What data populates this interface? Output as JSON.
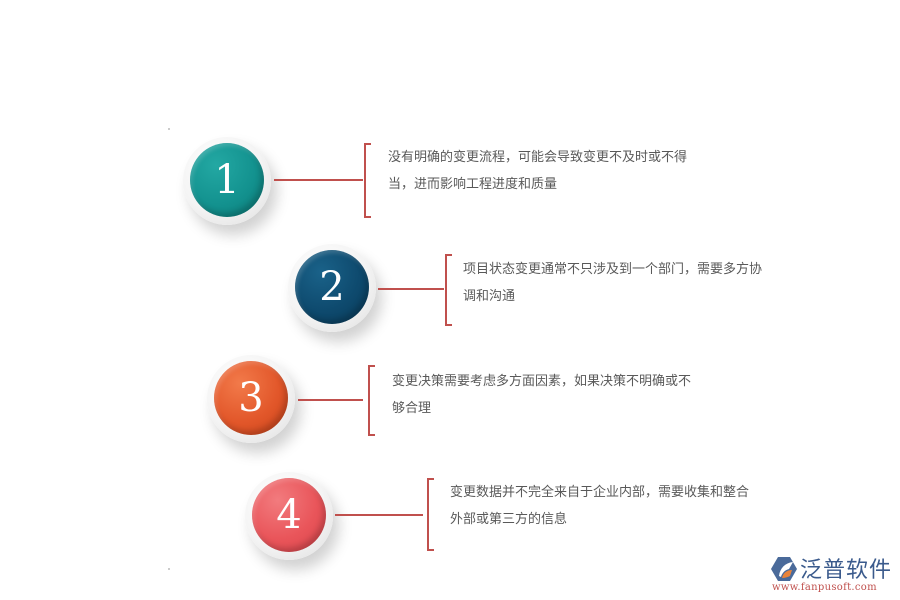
{
  "diagram": {
    "type": "numbered-list-infographic",
    "items": [
      {
        "number": "1",
        "color": "#13928f",
        "text_line1": "没有明确的变更流程，可能会导致变更不及时或不得",
        "text_line2": "当，进而影响工程进度和质量"
      },
      {
        "number": "2",
        "color": "#0e4a6e",
        "text_line1": "项目状态变更通常不只涉及到一个部门，需要多方协",
        "text_line2": "调和沟通"
      },
      {
        "number": "3",
        "color": "#e2572a",
        "text_line1": "变更决策需要考虑多方面因素，如果决策不明确或不",
        "text_line2": "够合理"
      },
      {
        "number": "4",
        "color": "#e9555a",
        "text_line1": "变更数据并不完全来自于企业内部，需要收集和整合",
        "text_line2": "外部或第三方的信息"
      }
    ],
    "connector_color": "#c0504d"
  },
  "watermark": {
    "brand": "泛普软件",
    "url": "www.fanpusoft.com",
    "icon": "fanpu-logo-icon"
  }
}
